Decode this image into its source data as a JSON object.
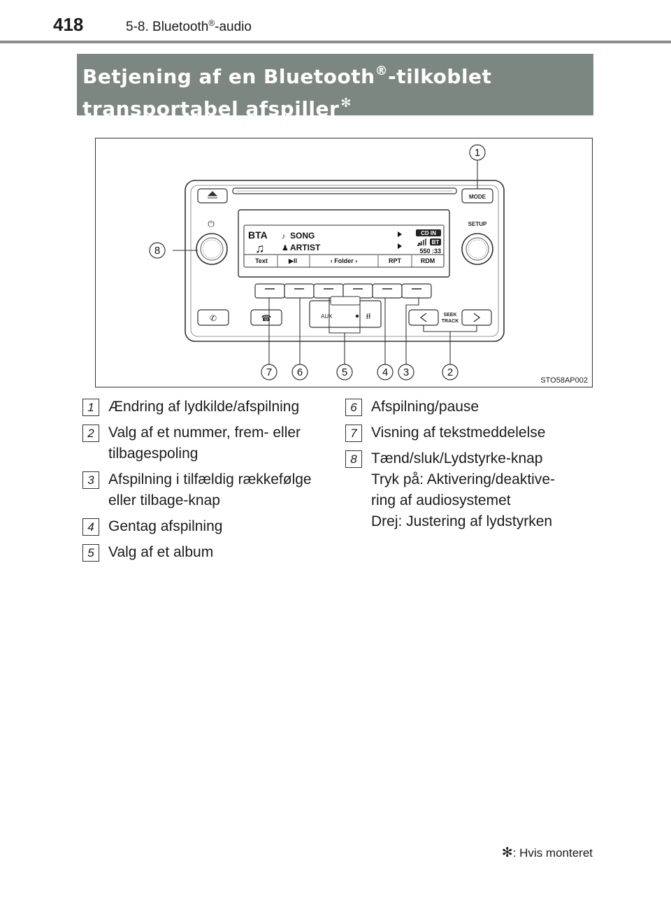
{
  "header": {
    "page_number": "418",
    "chapter_prefix": "5-8. Bluetooth",
    "chapter_sup": "®",
    "chapter_suffix": "-audio"
  },
  "section": {
    "title_line1_prefix": "Betjening af en Bluetooth",
    "title_sup": "®",
    "title_line1_suffix": "-tilkoblet",
    "title_line2": "transportabel afspiller",
    "title_asterisk": "✻"
  },
  "figure": {
    "code": "STO58AP002",
    "callouts": [
      "1",
      "2",
      "3",
      "4",
      "5",
      "6",
      "7",
      "8"
    ],
    "display": {
      "source": "BTA",
      "song": "SONG",
      "artist": "ARTIST",
      "cd_in": "CD IN",
      "bt": "BT",
      "time": "550 :33",
      "soft_keys": [
        "Text",
        "▶II",
        "‹  Folder  ›",
        "RPT",
        "RDM"
      ]
    },
    "labels": {
      "mode": "MODE",
      "setup": "SETUP",
      "seek_line1": "SEEK",
      "seek_line2": "TRACK",
      "aux": "AUX"
    }
  },
  "legend_left": [
    {
      "num": "1",
      "lines": [
        "Ændring af lydkilde/afspilning"
      ]
    },
    {
      "num": "2",
      "lines": [
        "Valg af et nummer, frem- eller",
        "tilbagespoling"
      ]
    },
    {
      "num": "3",
      "lines": [
        "Afspilning i tilfældig rækkefølge",
        "eller tilbage-knap"
      ]
    },
    {
      "num": "4",
      "lines": [
        "Gentag afspilning"
      ]
    },
    {
      "num": "5",
      "lines": [
        "Valg af et album"
      ]
    }
  ],
  "legend_right": [
    {
      "num": "6",
      "lines": [
        "Afspilning/pause"
      ]
    },
    {
      "num": "7",
      "lines": [
        "Visning af tekstmeddelelse"
      ]
    },
    {
      "num": "8",
      "lines": [
        "Tænd/sluk/Lydstyrke-knap",
        "Tryk på: Aktivering/deaktive-",
        "ring af audiosystemet",
        "Drej: Justering af lydstyrken"
      ]
    }
  ],
  "footnote": {
    "asterisk": "✻",
    "text": ": Hvis monteret"
  }
}
